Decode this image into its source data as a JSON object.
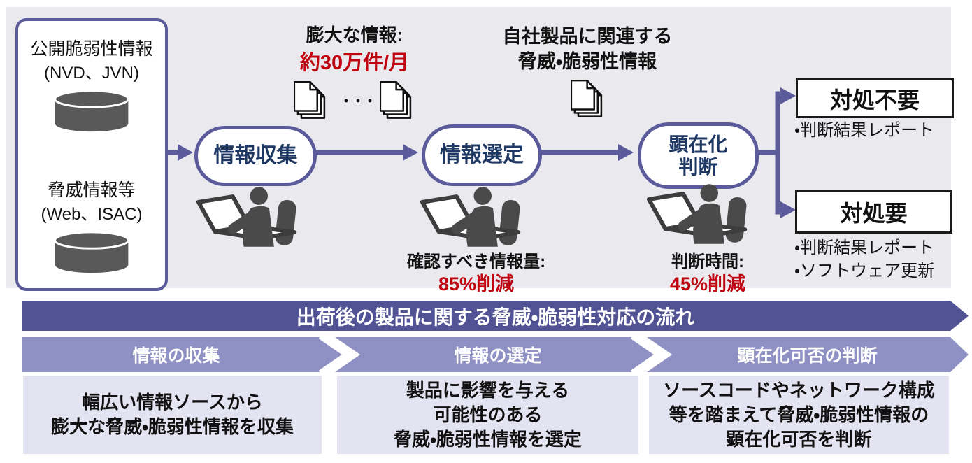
{
  "palette": {
    "accent_purple": "#5b5b9c",
    "banner_purple": "#515394",
    "chevron_purple": "#8f90c3",
    "panel_background": "#e9e9ee",
    "description_box_background": "#e3e3f1",
    "highlight_red": "#c00511",
    "stage_text_navy": "#1f3864",
    "icon_gray": "#4a4a4a"
  },
  "sources": {
    "items": [
      {
        "title": "公開脆弱性情報",
        "subtitle": "(NVD、JVN)",
        "icon": "database-cylinder-icon"
      },
      {
        "title": "脅威情報等",
        "subtitle": "(Web、ISAC)",
        "icon": "database-cylinder-icon"
      }
    ]
  },
  "stages": [
    {
      "lines": [
        "情報収集"
      ]
    },
    {
      "lines": [
        "情報選定"
      ]
    },
    {
      "lines": [
        "顕在化",
        "判断"
      ]
    }
  ],
  "annotations": {
    "volume_label": "膨大な情報:",
    "volume_value": "約30万件/月",
    "ellipsis": "・・・",
    "related_lines": [
      "自社製品に関連する",
      "脅威・脆弱性情報"
    ],
    "review_label": "確認すべき情報量:",
    "review_value": "85%削減",
    "judgement_label": "判断時間:",
    "judgement_value": "45%削減"
  },
  "outcomes": [
    {
      "label": "対処不要",
      "bullets": [
        "・判断結果レポート"
      ]
    },
    {
      "label": "対処要",
      "bullets": [
        "・判断結果レポート",
        "・ソフトウェア更新"
      ]
    }
  ],
  "process": {
    "title": "出荷後の製品に関する脅威・脆弱性対応の流れ",
    "steps": [
      {
        "label": "情報の収集",
        "description": [
          "幅広い情報ソースから",
          "膨大な脅威・脆弱性情報を収集"
        ]
      },
      {
        "label": "情報の選定",
        "description": [
          "製品に影響を与える",
          "可能性のある",
          "脅威・脆弱性情報を選定"
        ]
      },
      {
        "label": "顕在化可否の判断",
        "description": [
          "ソースコードやネットワーク構成",
          "等を踏まえて脅威・脆弱性情報の",
          "顕在化可否を判断"
        ]
      }
    ]
  }
}
